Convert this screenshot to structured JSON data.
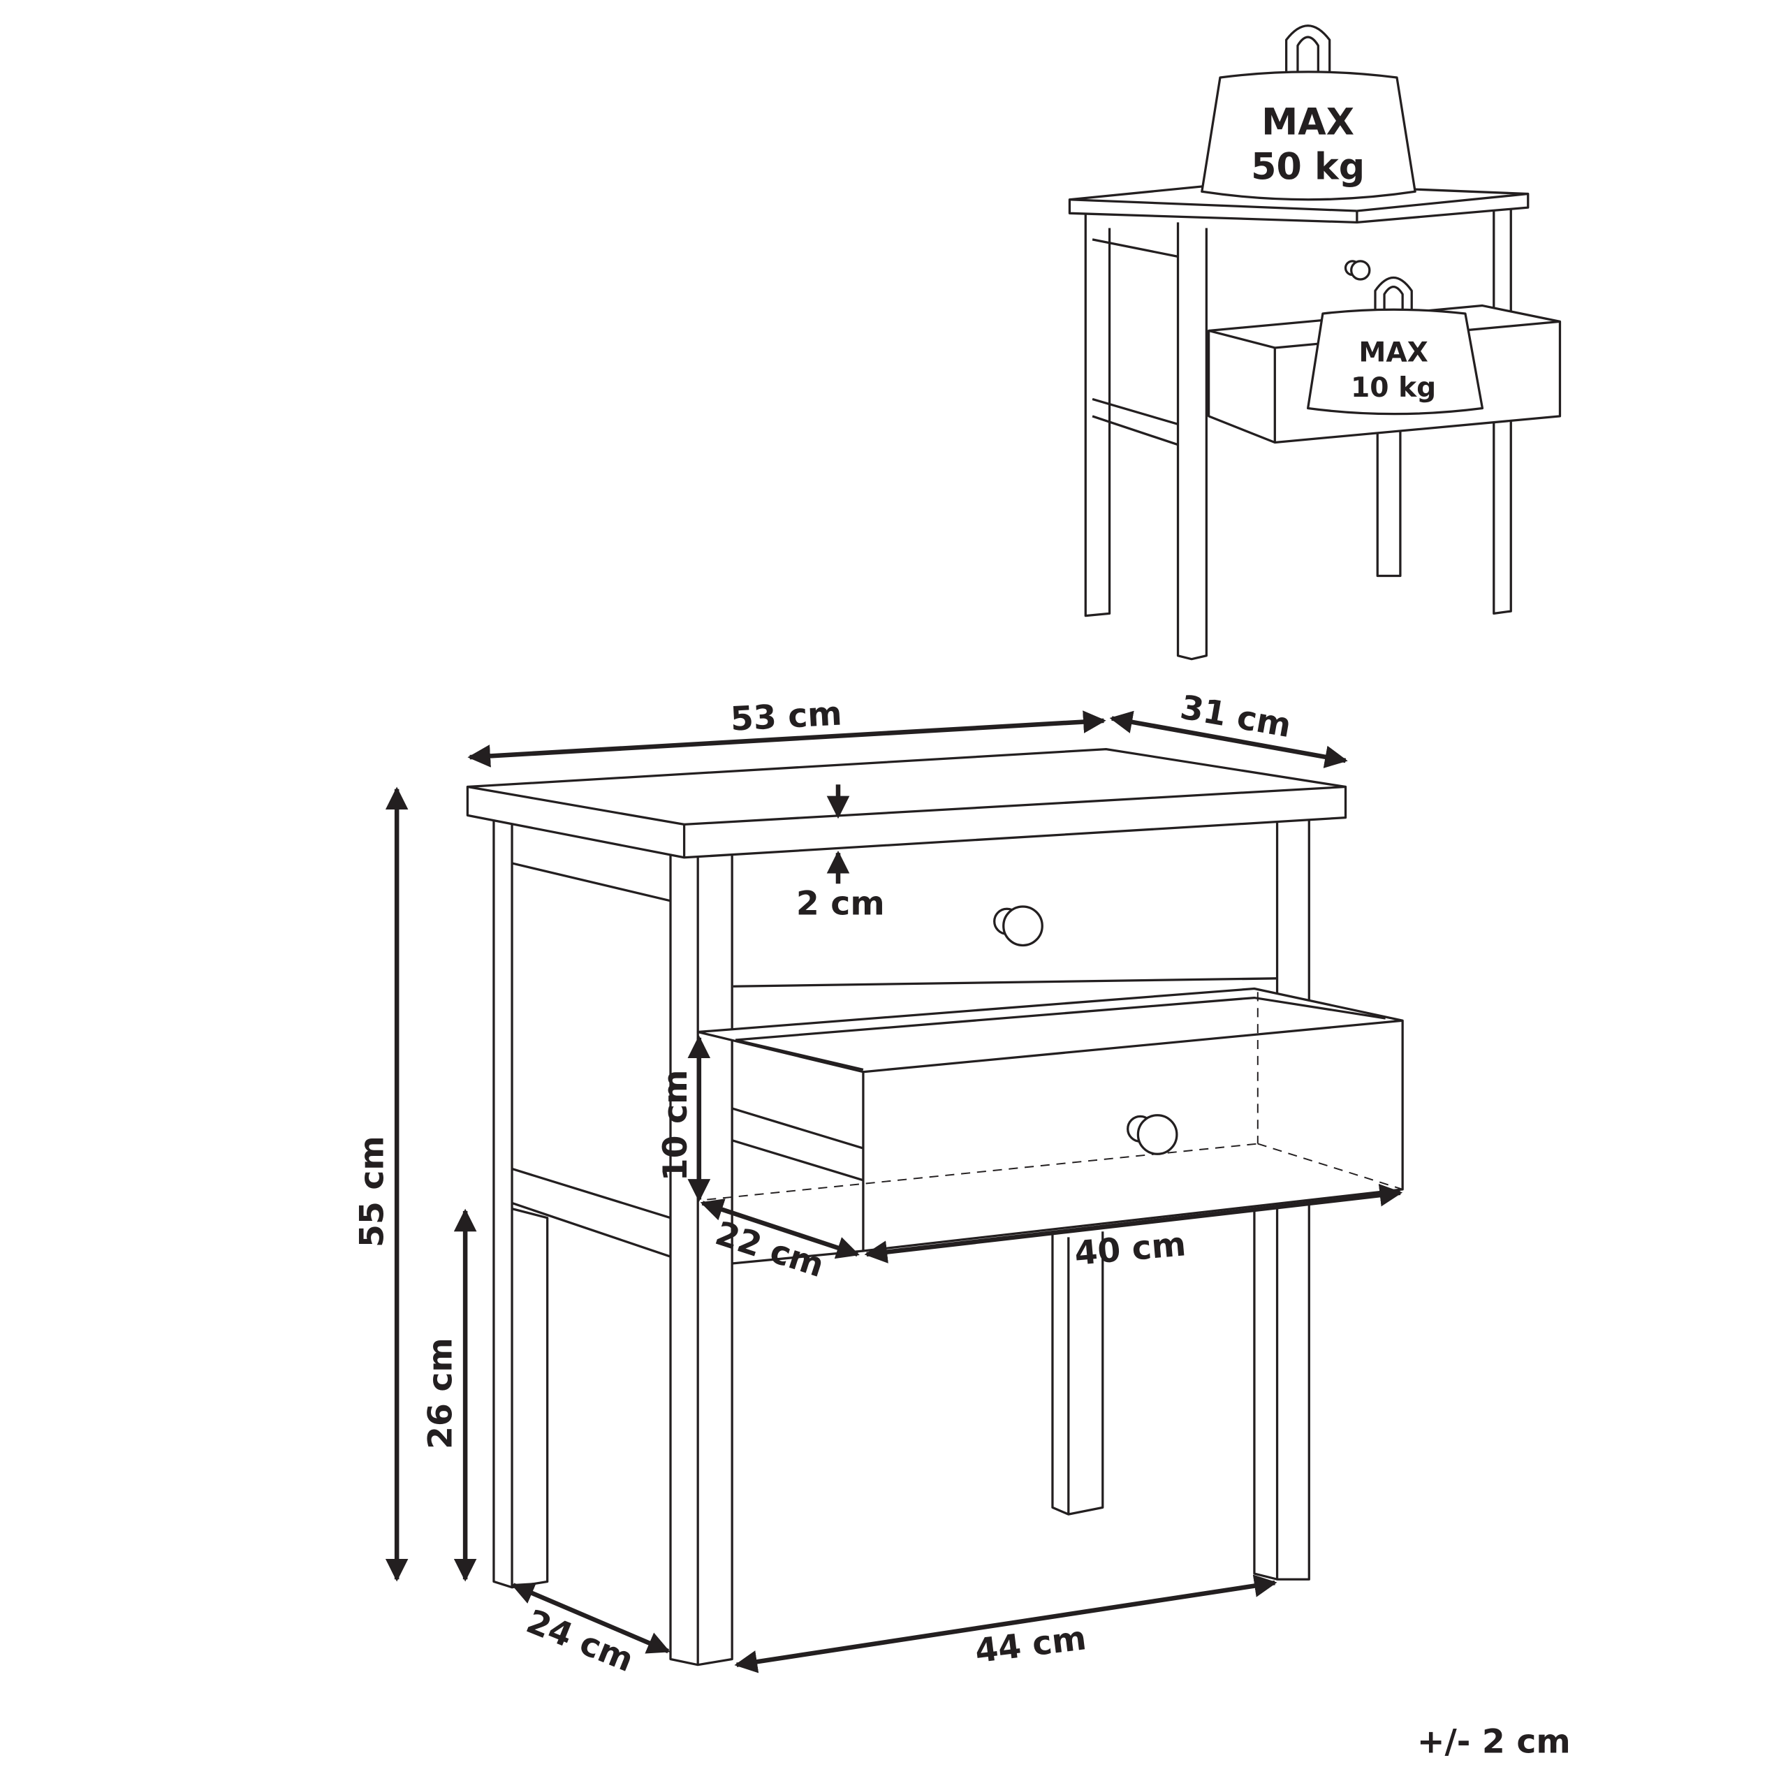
{
  "weights": {
    "top": {
      "line1": "MAX",
      "line2": "50 kg"
    },
    "drawer": {
      "line1": "MAX",
      "line2": "10 kg"
    }
  },
  "dimensions": {
    "width": "53 cm",
    "depth": "31 cm",
    "top_thickness": "2 cm",
    "height": "55 cm",
    "leg_clearance": "26 cm",
    "drawer_height": "10 cm",
    "drawer_depth": "22 cm",
    "drawer_width": "40 cm",
    "base_depth": "24 cm",
    "base_width": "44 cm"
  },
  "tolerance": "+/- 2 cm",
  "colors": {
    "line": "#231f20",
    "background": "#ffffff"
  }
}
